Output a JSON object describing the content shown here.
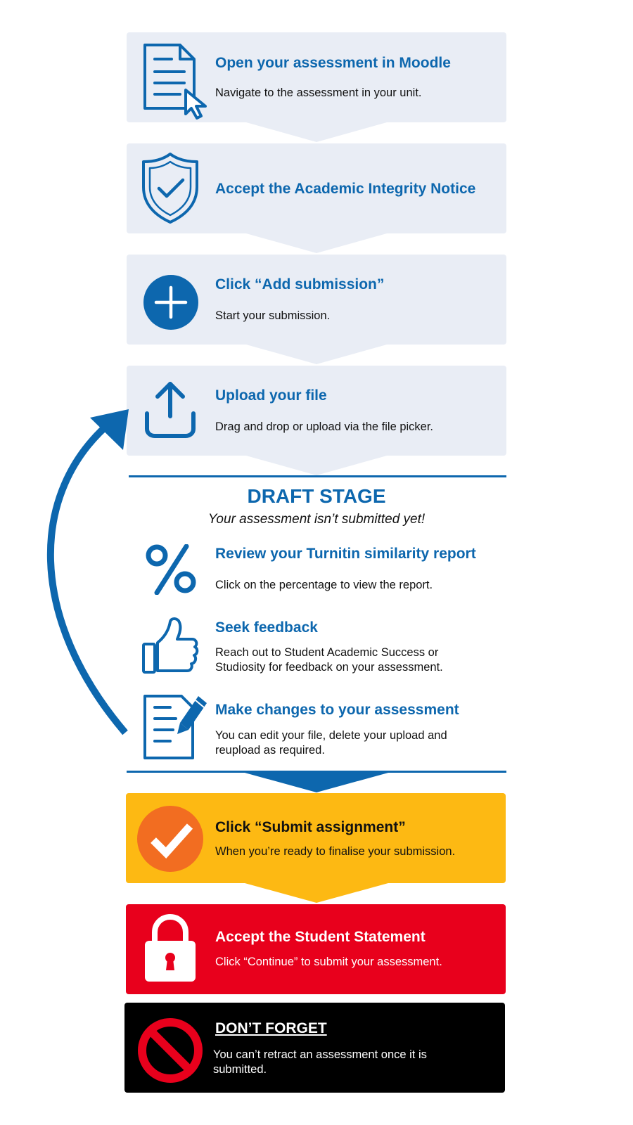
{
  "steps": [
    {
      "title": "Open your assessment in Moodle",
      "desc": "Navigate to the assessment in your unit.",
      "icon": "document-cursor-icon"
    },
    {
      "title": "Accept the Academic Integrity Notice",
      "icon": "shield-check-icon"
    },
    {
      "title": "Click “Add submission”",
      "desc": "Start your submission.",
      "icon": "plus-circle-icon"
    },
    {
      "title": "Upload your file",
      "desc": "Drag and drop or upload via the file picker.",
      "icon": "upload-icon"
    }
  ],
  "draft": {
    "heading": "DRAFT STAGE",
    "subheading": "Your assessment isn’t submitted yet!",
    "items": [
      {
        "title": "Review your Turnitin similarity report",
        "desc": "Click on the percentage to view the report.",
        "icon": "percent-icon"
      },
      {
        "title": "Seek feedback",
        "desc": "Reach out to Student Academic Success or Studiosity for feedback on your assessment.",
        "icon": "thumbs-up-icon"
      },
      {
        "title": "Make changes to your assessment",
        "desc": "You can edit your file, delete your upload and reupload as required.",
        "icon": "document-edit-icon"
      }
    ]
  },
  "submit": {
    "title": "Click “Submit assignment”",
    "desc": "When you’re ready to finalise your submission.",
    "icon": "checkmark-circle-icon"
  },
  "statement": {
    "title": "Accept the Student Statement",
    "desc": "Click “Continue” to submit your assessment.",
    "icon": "padlock-icon"
  },
  "warning": {
    "title": "DON’T FORGET",
    "desc": "You can’t retract an assessment once it is submitted.",
    "icon": "prohibited-icon"
  },
  "colors": {
    "blue": "#0d67ae",
    "light_box": "#e9edf5",
    "yellow": "#fdb913",
    "orange": "#f26d21",
    "red": "#e8001c",
    "black": "#000000"
  }
}
